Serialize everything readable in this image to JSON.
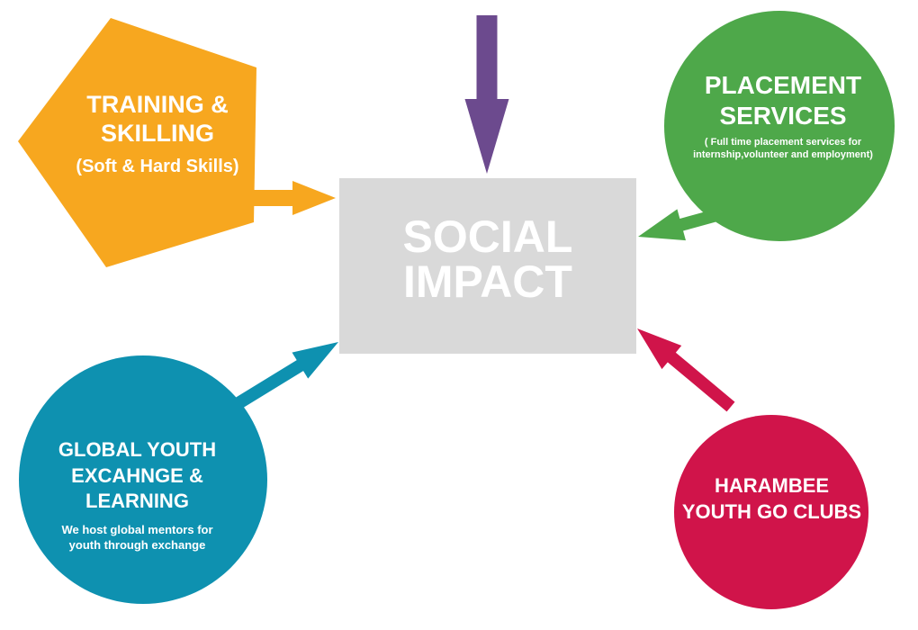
{
  "center": {
    "line1": "SOCIAL",
    "line2": "IMPACT"
  },
  "training": {
    "line1": "TRAINING &",
    "line2": "SKILLING",
    "sub": "(Soft & Hard Skills)"
  },
  "placement": {
    "line1": "PLACEMENT",
    "line2": "SERVICES",
    "sub1": "( Full time placement services for",
    "sub2": "internship,volunteer and employment)"
  },
  "global": {
    "line1": "GLOBAL YOUTH",
    "line2": "EXCAHNGE &",
    "line3": "LEARNING",
    "sub1": "We host global mentors for",
    "sub2": "youth through exchange"
  },
  "harambee": {
    "line1": "HARAMBEE",
    "line2": "YOUTH GO CLUBS"
  },
  "colors": {
    "orange": "#f7a71f",
    "purple": "#6c4a8e",
    "green": "#4ea84a",
    "blue": "#0e91b0",
    "red": "#d0144a",
    "gray": "#d9d9d9"
  }
}
